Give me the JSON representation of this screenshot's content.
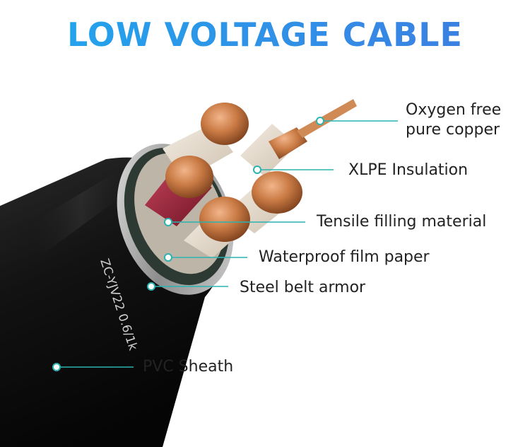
{
  "title": "LOW VOLTAGE CABLE",
  "sheath_print": "ZC-YJV22 0.6/1k",
  "colors": {
    "title_start": "#1fa8ee",
    "title_end": "#3f7be0",
    "leader_line": "#2bb3b0",
    "sheath": "#121212",
    "copper": "#c97a44"
  },
  "labels": {
    "copper": "Oxygen free\npure copper",
    "xlpe": "XLPE Insulation",
    "tensile": "Tensile filling material",
    "paper": "Waterproof film paper",
    "armor": "Steel belt armor",
    "sheath": "PVC Sheath"
  }
}
